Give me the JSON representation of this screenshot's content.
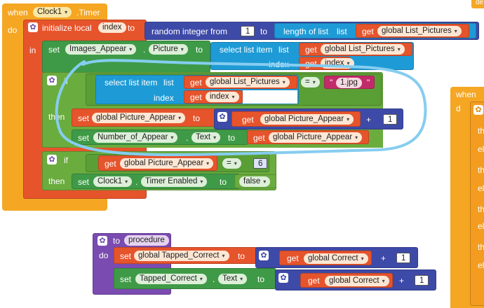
{
  "timer_event": {
    "when": "when",
    "component": "Clock1",
    "event": ".Timer",
    "do": "do"
  },
  "init_local": {
    "label": "initialize local",
    "var": "index",
    "to": "to",
    "in": "in"
  },
  "random_integer": {
    "label": "random integer from",
    "from_value": "1",
    "to": "to",
    "length_label": "length of list",
    "list_word": "list",
    "get": "get",
    "list_var": "global List_Pictures"
  },
  "set_picture": {
    "set": "set",
    "component": "Images_Appear",
    "property": "Picture",
    "to": "to",
    "select_label": "select list item",
    "list_word": "list",
    "get": "get",
    "list_var": "global List_Pictures",
    "index_label": "index",
    "index_var": "index"
  },
  "if1": {
    "if": "if",
    "then": "then",
    "select_label": "select list item",
    "list_word": "list",
    "get": "get",
    "list_var": "global List_Pictures",
    "index_label": "index",
    "index_var": "index",
    "op": "=",
    "string_value": "1.jpg",
    "set": "set",
    "var": "global Picture_Appear",
    "to": "to",
    "get_var": "global Picture_Appear",
    "plus": "+",
    "add_value": "1",
    "set2_component": "Number_of_Appear",
    "set2_property": "Text"
  },
  "if2": {
    "if": "if",
    "then": "then",
    "get": "get",
    "var": "global Picture_Appear",
    "op": "=",
    "value": "6",
    "set": "set",
    "component": "Clock1",
    "property": "Timer Enabled",
    "to": "to",
    "bool": "false"
  },
  "procedure": {
    "to": "to",
    "name": "procedure",
    "do": "do",
    "set": "set",
    "var": "global Tapped_Correct",
    "get": "get",
    "get_var": "global Correct",
    "plus": "+",
    "add_value": "1",
    "component": "Tapped_Correct",
    "property": "Text"
  },
  "right_stub": {
    "when": "when",
    "do": "d",
    "rows": [
      "th",
      "el",
      "th",
      "el",
      "th",
      "el",
      "th",
      "el"
    ],
    "top_label": "de"
  },
  "colors": {
    "event": "#f5a623",
    "variables": "#e6542c",
    "components": "#3f9a47",
    "lists": "#1e9bd6",
    "math": "#3e4aa7",
    "procedures": "#7a4bb0",
    "highlight": "#86cdf0"
  }
}
